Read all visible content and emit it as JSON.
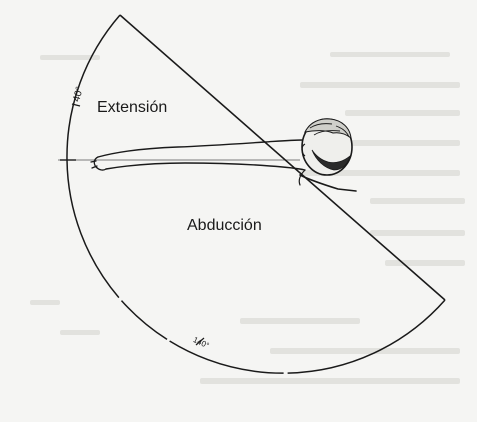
{
  "labels": {
    "extension": "Extensión",
    "abduction": "Abducción",
    "angle_small": "40°",
    "angle_large": "140°"
  },
  "colors": {
    "ink": "#1a1a1a",
    "paper": "#f5f5f3",
    "bleed": "#d6d6d2"
  }
}
